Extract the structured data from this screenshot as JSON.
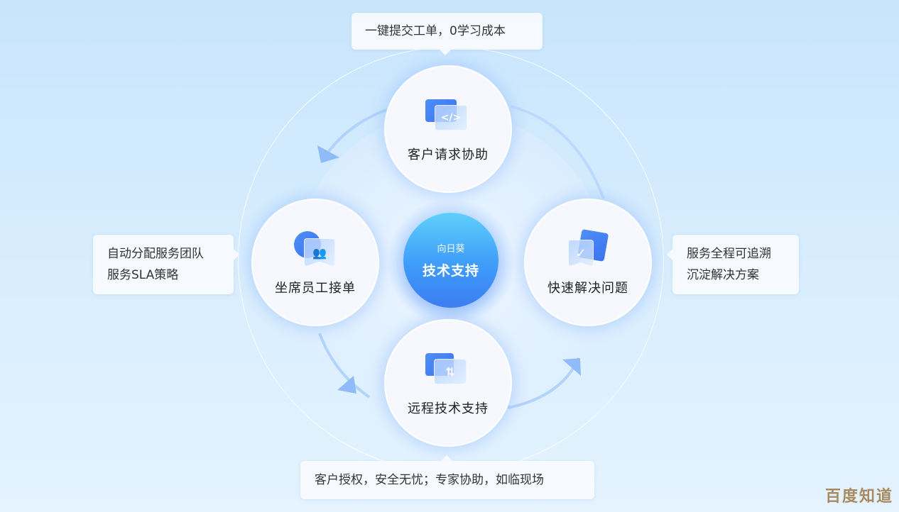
{
  "center": {
    "brand": "向日葵",
    "title": "技术支持",
    "gradient_colors": [
      "#5ed0fb",
      "#3b7df2"
    ]
  },
  "nodes": [
    {
      "id": "top",
      "label": "客户请求协助",
      "icon": "code-window-icon",
      "glyph": "</>"
    },
    {
      "id": "left",
      "label": "坐席员工接单",
      "icon": "team-users-icon",
      "glyph": "👥"
    },
    {
      "id": "right",
      "label": "快速解决问题",
      "icon": "check-badge-icon",
      "glyph": "✓"
    },
    {
      "id": "bottom",
      "label": "远程技术支持",
      "icon": "remote-connection-icon",
      "glyph": "⇅"
    }
  ],
  "callouts": {
    "top": {
      "text": "一键提交工单，0学习成本"
    },
    "left": {
      "lines": [
        "自动分配服务团队",
        "服务SLA策略"
      ]
    },
    "right": {
      "lines": [
        "服务全程可追溯",
        "沉淀解决方案"
      ]
    },
    "bottom": {
      "text": "客户授权，安全无忧；专家协助，如临现场"
    }
  },
  "watermark": "百度知道",
  "colors": {
    "background": "#cde7fd",
    "accent_blue": "#3b7df2",
    "arrow_blue": "#8fbcf8",
    "text": "#222222"
  }
}
